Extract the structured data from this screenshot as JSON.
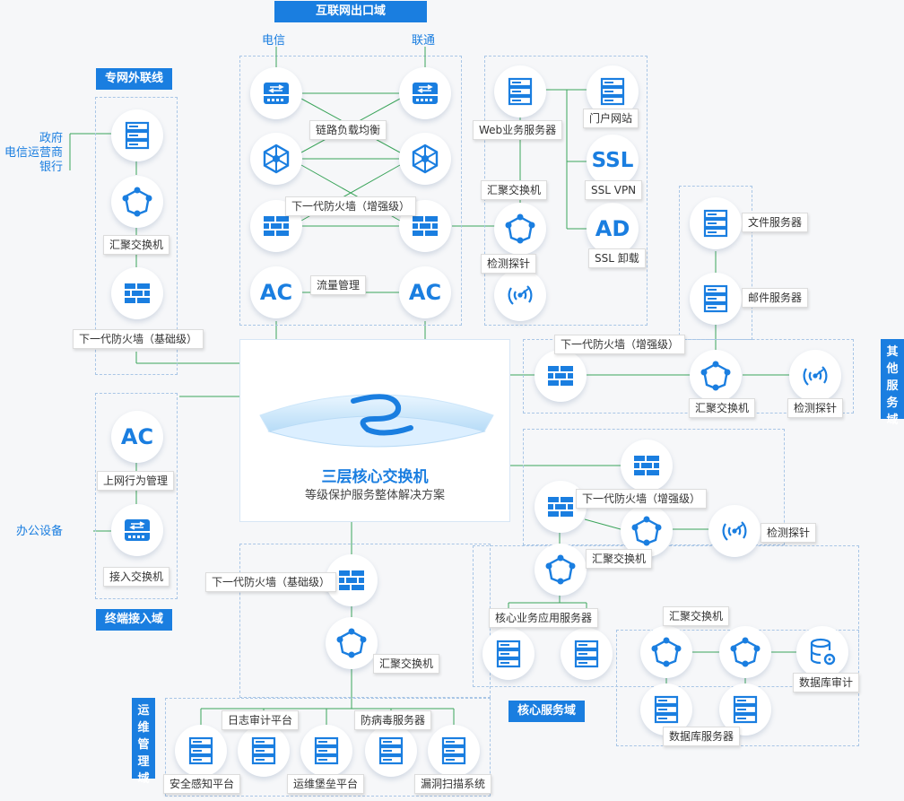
{
  "zones": {
    "internet_exit": "互联网出口域",
    "private_line": "专网外联线",
    "terminal_access": "终端接入域",
    "other_services": "其他服务域",
    "core_services": "核心服务域",
    "ops_management": "运维管理域"
  },
  "isp": {
    "telecom": "电信",
    "unicom": "联通"
  },
  "external_parties": [
    "政府",
    "电信运营商",
    "银行"
  ],
  "office_devices": "办公设备",
  "core": {
    "title": "三层核心交换机",
    "subtitle": "等级保护服务整体解决方案"
  },
  "labels": {
    "link_load_balance": "链路负载均衡",
    "ngfw_enhanced": "下一代防火墙（增强级）",
    "ngfw_basic": "下一代防火墙（基础级）",
    "traffic_mgmt": "流量管理",
    "web_server": "Web业务服务器",
    "portal_site": "门户网站",
    "ssl_vpn": "SSL VPN",
    "ssl_offload": "SSL 卸载",
    "agg_switch": "汇聚交换机",
    "probe": "检测探针",
    "file_server": "文件服务器",
    "mail_server": "邮件服务器",
    "internet_behavior": "上网行为管理",
    "access_switch": "接入交换机",
    "core_app_server": "核心业务应用服务器",
    "db_audit": "数据库审计",
    "db_server": "数据库服务器",
    "log_audit": "日志审计平台",
    "antivirus": "防病毒服务器",
    "situation_awareness": "安全感知平台",
    "bastion": "运维堡垒平台",
    "vuln_scan": "漏洞扫描系统"
  },
  "icon_text": {
    "ac": "AC",
    "ssl": "SSL",
    "ad": "AD"
  },
  "colors": {
    "accent": "#1a7ee0",
    "line": "#2e9a50",
    "zone_border": "#a9c6e6"
  }
}
